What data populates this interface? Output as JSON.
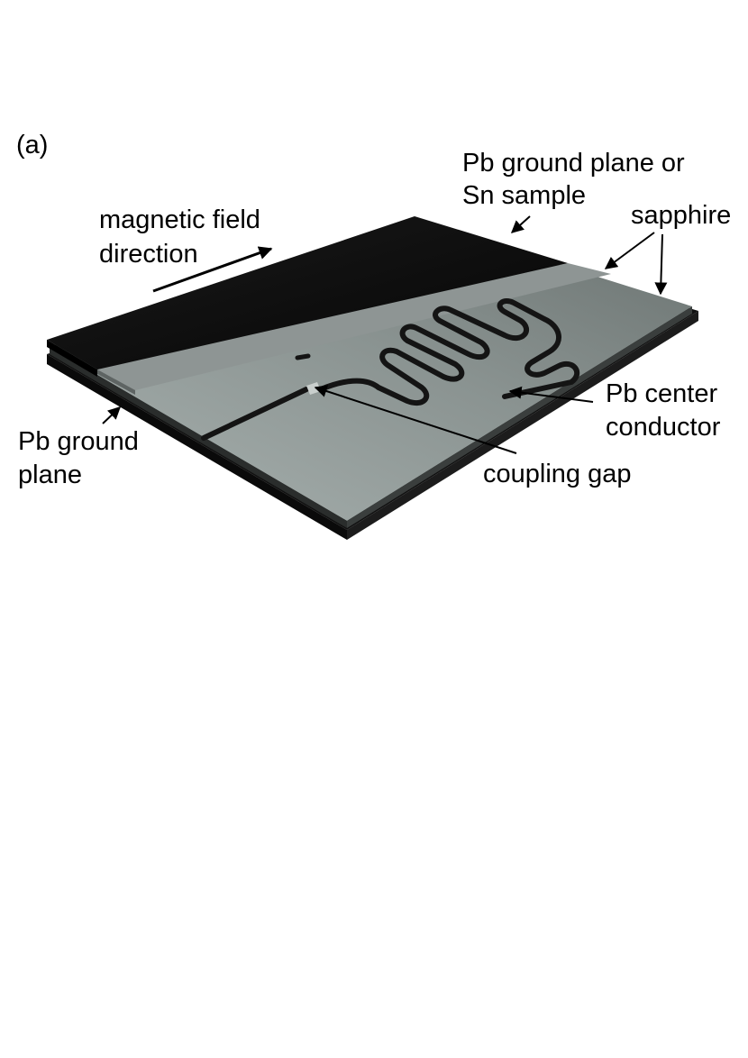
{
  "panel_label": "(a)",
  "labels": {
    "magnetic_field_line1": "magnetic field",
    "magnetic_field_line2": "direction",
    "pb_ground_top_line1": "Pb ground plane or",
    "pb_ground_top_line2": "Sn sample",
    "sapphire": "sapphire",
    "pb_center_line1": "Pb center",
    "pb_center_line2": "conductor",
    "pb_ground_bottom_line1": "Pb ground",
    "pb_ground_bottom_line2": "plane",
    "coupling_gap": "coupling gap"
  },
  "colors": {
    "background": "#ffffff",
    "top_plane": "#0c0c0c",
    "sapphire_edge": "#8e9594",
    "substrate_light": "#a9b2b0",
    "substrate_dark": "#6a7270",
    "bottom_plane": "#111111",
    "trace": "#141414",
    "gap": "#c9cfcd"
  }
}
